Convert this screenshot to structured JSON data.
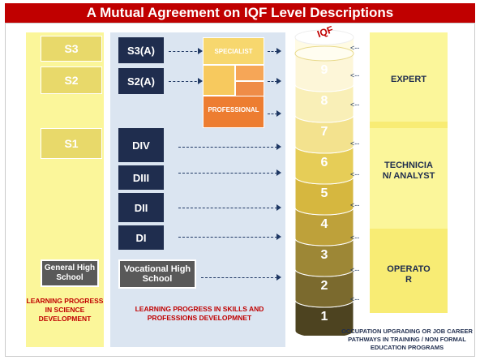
{
  "title": "A Mutual Agreement on IQF Level Descriptions",
  "science": {
    "boxes": [
      "S3",
      "S2",
      "S1"
    ],
    "high_school": "General High School",
    "caption": "LEARNING PROGRESS IN SCIENCE DEVELOPMENT"
  },
  "vocational": {
    "specialist_boxes": [
      "S3(A)",
      "S2(A)"
    ],
    "diploma_boxes": [
      "DIV",
      "DIII",
      "DII",
      "DI"
    ],
    "high_school": "Vocational High School",
    "caption": "LEARNING PROGRESS IN  SKILLS AND PROFESSIONS DEVELOPMNET",
    "specialist_label": "SPECIALIST",
    "professional_label": "PROFESSIONAL"
  },
  "iqf": {
    "logo_text": "IQF",
    "levels": [
      "9",
      "8",
      "7",
      "6",
      "5",
      "4",
      "3",
      "2",
      "1"
    ],
    "colors": [
      "#fdf6d8",
      "#f9efb7",
      "#f3e28e",
      "#e6cd57",
      "#d6b73f",
      "#bea13a",
      "#9d8736",
      "#7b6a2e",
      "#4d4320"
    ]
  },
  "occupation": {
    "labels": [
      "EXPERT",
      "TECHNICIA N/ ANALYST",
      "OPERATO R"
    ],
    "caption": "OCCUPATION UPGRADING OR JOB CAREER PATHWAYS IN TRAINING / NON FORMAL  EDUCATION PROGRAMS"
  }
}
